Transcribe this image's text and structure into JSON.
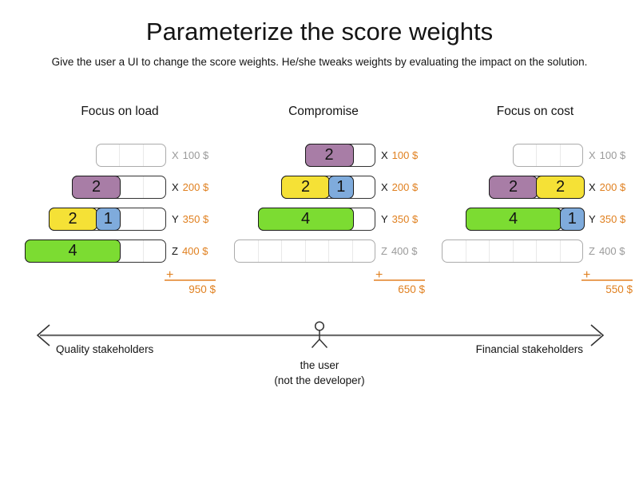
{
  "title": "Parameterize the score weights",
  "subtitle": "Give the user a UI to change the score weights. He/she tweaks weights by evaluating the impact on the solution.",
  "palette": {
    "purple": "#a87da6",
    "yellow": "#f5e136",
    "blue": "#7fabdc",
    "green": "#7cdc32",
    "accent_orange": "#e08020",
    "inactive_gray": "#9a9a9a"
  },
  "scenarios": [
    {
      "title": "Focus on load",
      "plus": "+",
      "total": "950 $",
      "rows": [
        {
          "name": "X",
          "price": "100 $",
          "cells": 3,
          "active": false,
          "blocks": []
        },
        {
          "name": "X",
          "price": "200 $",
          "cells": 4,
          "active": true,
          "blocks": [
            {
              "value": 2,
              "color": "purple"
            }
          ]
        },
        {
          "name": "Y",
          "price": "350 $",
          "cells": 5,
          "active": true,
          "blocks": [
            {
              "value": 2,
              "color": "yellow"
            },
            {
              "value": 1,
              "color": "blue"
            }
          ]
        },
        {
          "name": "Z",
          "price": "400 $",
          "cells": 6,
          "active": true,
          "blocks": [
            {
              "value": 4,
              "color": "green"
            }
          ]
        }
      ]
    },
    {
      "title": "Compromise",
      "plus": "+",
      "total": "650 $",
      "rows": [
        {
          "name": "X",
          "price": "100 $",
          "cells": 3,
          "active": true,
          "blocks": [
            {
              "value": 2,
              "color": "purple"
            }
          ]
        },
        {
          "name": "X",
          "price": "200 $",
          "cells": 4,
          "active": true,
          "blocks": [
            {
              "value": 2,
              "color": "yellow"
            },
            {
              "value": 1,
              "color": "blue"
            }
          ]
        },
        {
          "name": "Y",
          "price": "350 $",
          "cells": 5,
          "active": true,
          "blocks": [
            {
              "value": 4,
              "color": "green"
            }
          ]
        },
        {
          "name": "Z",
          "price": "400 $",
          "cells": 6,
          "active": false,
          "blocks": []
        }
      ]
    },
    {
      "title": "Focus on cost",
      "plus": "+",
      "total": "550 $",
      "rows": [
        {
          "name": "X",
          "price": "100 $",
          "cells": 3,
          "active": false,
          "blocks": []
        },
        {
          "name": "X",
          "price": "200 $",
          "cells": 4,
          "active": true,
          "blocks": [
            {
              "value": 2,
              "color": "purple"
            },
            {
              "value": 2,
              "color": "yellow"
            }
          ]
        },
        {
          "name": "Y",
          "price": "350 $",
          "cells": 5,
          "active": true,
          "blocks": [
            {
              "value": 4,
              "color": "green"
            },
            {
              "value": 1,
              "color": "blue"
            }
          ]
        },
        {
          "name": "Z",
          "price": "400 $",
          "cells": 6,
          "active": false,
          "blocks": []
        }
      ]
    }
  ],
  "axis": {
    "left_label": "Quality stakeholders",
    "right_label": "Financial stakeholders",
    "center_label_line1": "the user",
    "center_label_line2": "(not the developer)"
  }
}
